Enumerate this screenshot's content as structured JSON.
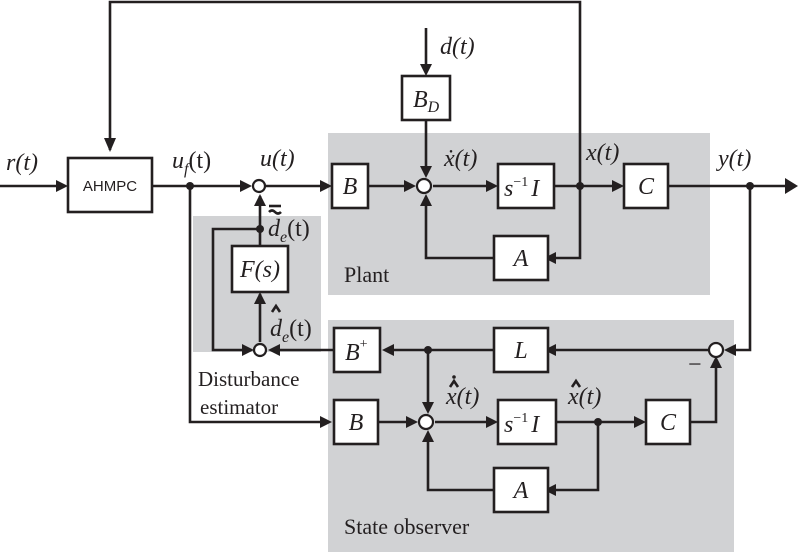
{
  "signals": {
    "r": "r(t)",
    "uf": "u",
    "uf_sub": "f",
    "uf_arg": "(t)",
    "u": "u(t)",
    "d": "d(t)",
    "xdot": "ẋ(t)",
    "x": "x(t)",
    "y": "y(t)",
    "d_tilde": "d",
    "d_tilde_sub": "e",
    "d_tilde_arg": "(t)",
    "d_hat": "d",
    "d_hat_sub": "e",
    "d_hat_arg": "(t)",
    "xhat_dot": "x(t)",
    "xhat": "x(t)"
  },
  "blocks": {
    "ahmpc": "AHMPC",
    "bd_main": "B",
    "bd_sub": "D",
    "b_plant": "B",
    "integrator_plant": "s",
    "integrator_plant_exp": "−1",
    "integrator_plant_i": "I",
    "c_plant": "C",
    "a_plant": "A",
    "fs": "F(s)",
    "bplus": "B",
    "bplus_sup": "+",
    "l": "L",
    "b_obs": "B",
    "integrator_obs": "s",
    "integrator_obs_exp": "−1",
    "integrator_obs_i": "I",
    "c_obs": "C",
    "a_obs": "A"
  },
  "regions": {
    "plant": "Plant",
    "disturbance_line1": "Disturbance",
    "disturbance_line2": "estimator",
    "observer": "State observer"
  },
  "signs": {
    "minus": "−"
  }
}
